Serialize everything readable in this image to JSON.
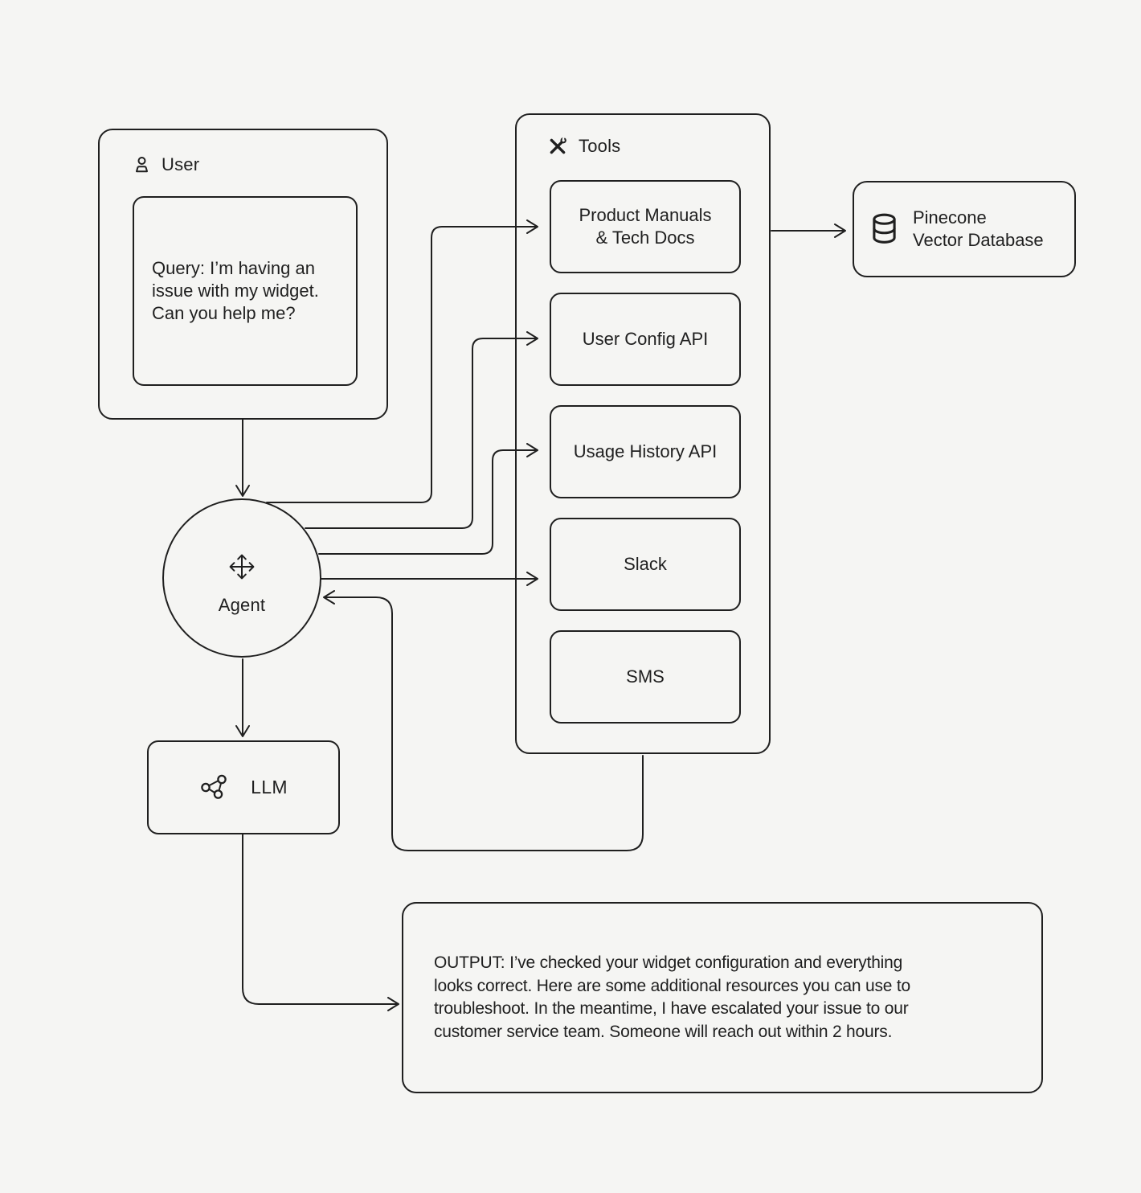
{
  "canvas": {
    "background_color": "#f5f5f3",
    "line_color": "#1f1f1f"
  },
  "user_box": {
    "title": "User",
    "icon": "person-icon",
    "query": "Query: I’m having an\nissue with my widget.\nCan you help me?"
  },
  "tools_box": {
    "title": "Tools",
    "icon": "wrench-screwdriver-icon",
    "items": [
      {
        "label": "Product Manuals\n& Tech Docs"
      },
      {
        "label": "User Config API"
      },
      {
        "label": "Usage History API"
      },
      {
        "label": "Slack"
      },
      {
        "label": "SMS"
      }
    ]
  },
  "pinecone_box": {
    "icon": "database-icon",
    "label": "Pinecone\nVector Database"
  },
  "agent": {
    "icon": "move-arrows-icon",
    "label": "Agent"
  },
  "llm_box": {
    "icon": "network-nodes-icon",
    "label": "LLM"
  },
  "output_box": {
    "text": "OUTPUT: I’ve checked your widget configuration and everything\nlooks correct. Here are some additional resources you can use to\ntroubleshoot. In the meantime, I have escalated your issue to our\ncustomer service team. Someone will reach out within 2 hours."
  }
}
